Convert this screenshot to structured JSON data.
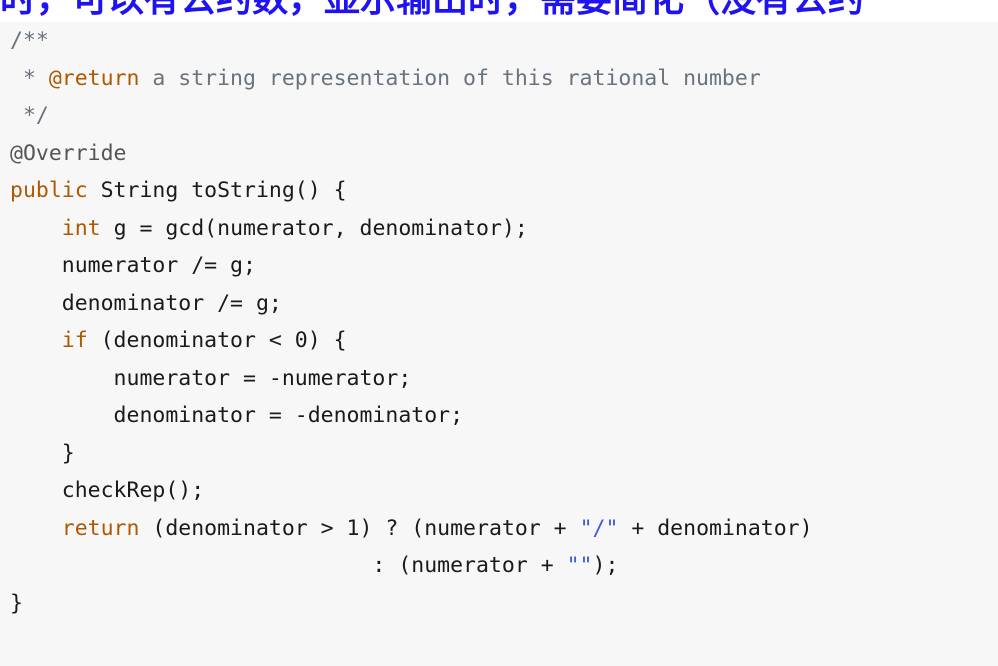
{
  "heading": {
    "text": "时，可以有公约数，显示输出时，需要简化（没有公约"
  },
  "code": {
    "lines": [
      [
        {
          "t": "cmt",
          "s": "/**"
        }
      ],
      [
        {
          "t": "cmt",
          "s": " * "
        },
        {
          "t": "tag",
          "s": "@return"
        },
        {
          "t": "cmt",
          "s": " a string representation of this rational number"
        }
      ],
      [
        {
          "t": "cmt",
          "s": " */"
        }
      ],
      [
        {
          "t": "anno",
          "s": "@Override"
        }
      ],
      [
        {
          "t": "kw",
          "s": "public"
        },
        {
          "t": "plain",
          "s": " String toString() {"
        }
      ],
      [
        {
          "t": "plain",
          "s": "    "
        },
        {
          "t": "kw",
          "s": "int"
        },
        {
          "t": "plain",
          "s": " g = gcd(numerator, denominator);"
        }
      ],
      [
        {
          "t": "plain",
          "s": "    numerator /= g;"
        }
      ],
      [
        {
          "t": "plain",
          "s": "    denominator /= g;"
        }
      ],
      [
        {
          "t": "plain",
          "s": "    "
        },
        {
          "t": "kw",
          "s": "if"
        },
        {
          "t": "plain",
          "s": " (denominator < 0) {"
        }
      ],
      [
        {
          "t": "plain",
          "s": "        numerator = -numerator;"
        }
      ],
      [
        {
          "t": "plain",
          "s": "        denominator = -denominator;"
        }
      ],
      [
        {
          "t": "plain",
          "s": "    }"
        }
      ],
      [
        {
          "t": "plain",
          "s": "    checkRep();"
        }
      ],
      [
        {
          "t": "plain",
          "s": "    "
        },
        {
          "t": "kw",
          "s": "return"
        },
        {
          "t": "plain",
          "s": " (denominator > 1) ? (numerator + "
        },
        {
          "t": "str",
          "s": "\"/\""
        },
        {
          "t": "plain",
          "s": " + denominator)"
        }
      ],
      [
        {
          "t": "plain",
          "s": "                            : (numerator + "
        },
        {
          "t": "str",
          "s": "\"\""
        },
        {
          "t": "plain",
          "s": ");"
        }
      ],
      [
        {
          "t": "plain",
          "s": "}"
        }
      ]
    ]
  },
  "colors": {
    "heading": "#1f14f0",
    "keyword": "#b05800",
    "comment": "#6a737d",
    "string": "#3b5bd9",
    "panel_background": "#f7f7f7"
  }
}
